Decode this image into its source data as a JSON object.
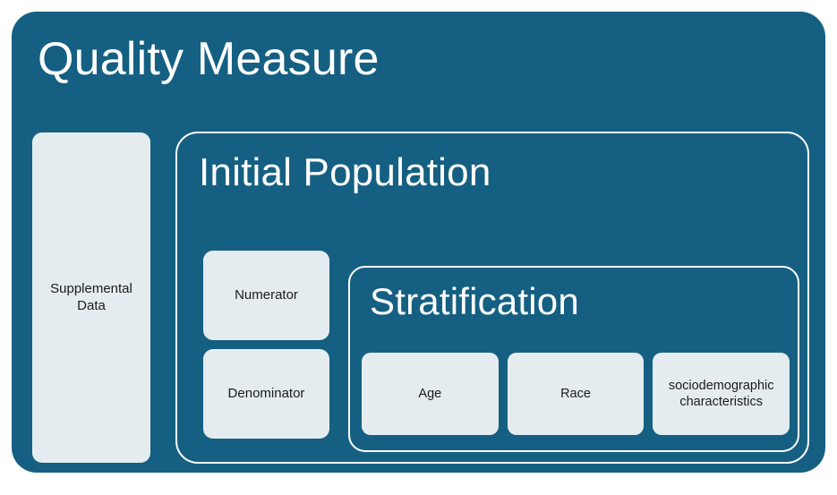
{
  "diagram": {
    "title": "Quality Measure",
    "colors": {
      "container_fill": "#156082",
      "chip_fill": "#e5ecf0",
      "outline": "#ffffff",
      "chip_text": "#1b1b1b",
      "title_text": "#ffffff",
      "page_background": "#ffffff"
    },
    "supplemental_data": {
      "label": "Supplemental Data"
    },
    "initial_population": {
      "title": "Initial Population",
      "measure_components": [
        {
          "label": "Numerator"
        },
        {
          "label": "Denominator"
        }
      ],
      "stratification": {
        "title": "Stratification",
        "categories": [
          {
            "label": "Age"
          },
          {
            "label": "Race"
          },
          {
            "label": "sociodemographic characteristics"
          }
        ]
      }
    }
  }
}
